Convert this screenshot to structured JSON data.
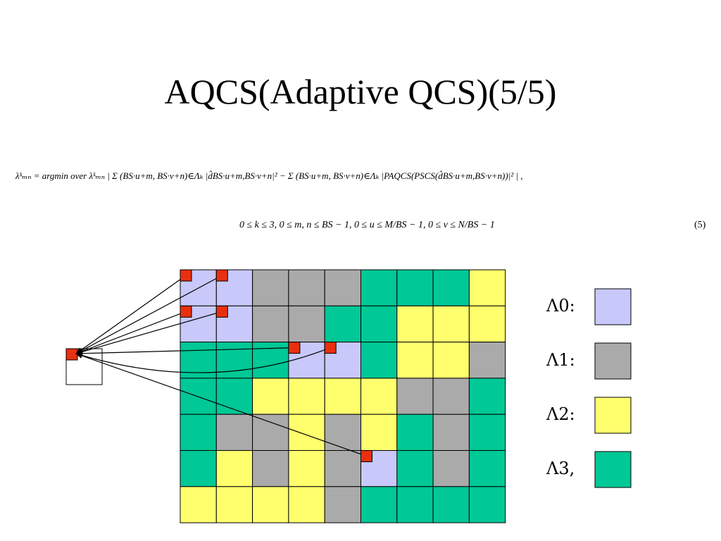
{
  "title": "AQCS(Adaptive QCS)(5/5)",
  "formula": {
    "line1": "λᵏₘₙ = argmin over λᵏₘₙ | Σ (BS·u+m, BS·v+n)∈Λₖ |d̂BS·u+m,BS·v+n|² − Σ (BS·u+m, BS·v+n)∈Λₖ |PAQCS(PSCS(d̂BS·u+m,BS·v+n))|² | ,",
    "line2": "0 ≤ k ≤ 3,   0 ≤ m, n ≤ BS − 1,   0 ≤ u ≤ M/BS − 1,   0 ≤ v ≤ N/BS − 1",
    "eq_number": "(5)"
  },
  "colors": {
    "lambda0": "#c8c8fa",
    "lambda1": "#aaaaaa",
    "lambda2": "#ffff6e",
    "lambda3": "#00c896",
    "marker": "#e83010"
  },
  "grid": {
    "rows": [
      [
        0,
        0,
        1,
        1,
        1,
        3,
        3,
        3,
        2
      ],
      [
        0,
        0,
        1,
        1,
        3,
        3,
        2,
        2,
        2
      ],
      [
        3,
        3,
        3,
        0,
        0,
        3,
        2,
        2,
        1
      ],
      [
        3,
        3,
        2,
        2,
        2,
        2,
        1,
        1,
        3
      ],
      [
        3,
        1,
        1,
        2,
        1,
        2,
        3,
        1,
        3
      ],
      [
        3,
        2,
        1,
        2,
        1,
        0,
        3,
        1,
        3
      ],
      [
        2,
        2,
        2,
        2,
        1,
        3,
        3,
        3,
        3
      ]
    ],
    "markers": [
      [
        0,
        0
      ],
      [
        0,
        1
      ],
      [
        1,
        0
      ],
      [
        1,
        1
      ],
      [
        2,
        3
      ],
      [
        2,
        4
      ],
      [
        5,
        5
      ]
    ]
  },
  "legend": [
    {
      "label": "Λ0:",
      "class": 0
    },
    {
      "label": "Λ1:",
      "class": 1
    },
    {
      "label": "Λ2:",
      "class": 2
    },
    {
      "label": "Λ3,",
      "class": 3
    }
  ]
}
